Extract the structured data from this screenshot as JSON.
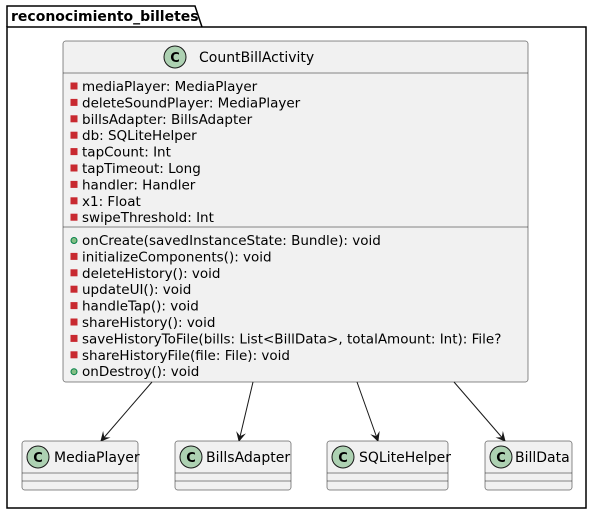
{
  "package": {
    "name": "reconocimiento_billetes"
  },
  "main_class": {
    "stereotype_letter": "C",
    "name": "CountBillActivity",
    "fields": [
      {
        "visibility": "private",
        "text": "mediaPlayer: MediaPlayer"
      },
      {
        "visibility": "private",
        "text": "deleteSoundPlayer: MediaPlayer"
      },
      {
        "visibility": "private",
        "text": "billsAdapter: BillsAdapter"
      },
      {
        "visibility": "private",
        "text": "db: SQLiteHelper"
      },
      {
        "visibility": "private",
        "text": "tapCount: Int"
      },
      {
        "visibility": "private",
        "text": "tapTimeout: Long"
      },
      {
        "visibility": "private",
        "text": "handler: Handler"
      },
      {
        "visibility": "private",
        "text": "x1: Float"
      },
      {
        "visibility": "private",
        "text": "swipeThreshold: Int"
      }
    ],
    "methods": [
      {
        "visibility": "public",
        "text": "onCreate(savedInstanceState: Bundle): void"
      },
      {
        "visibility": "private",
        "text": "initializeComponents(): void"
      },
      {
        "visibility": "private",
        "text": "deleteHistory(): void"
      },
      {
        "visibility": "private",
        "text": "updateUI(): void"
      },
      {
        "visibility": "private",
        "text": "handleTap(): void"
      },
      {
        "visibility": "private",
        "text": "shareHistory(): void"
      },
      {
        "visibility": "private",
        "text": "saveHistoryToFile(bills: List<BillData>, totalAmount: Int): File?"
      },
      {
        "visibility": "private",
        "text": "shareHistoryFile(file: File): void"
      },
      {
        "visibility": "public",
        "text": "onDestroy(): void"
      }
    ]
  },
  "dependency_classes": [
    {
      "stereotype_letter": "C",
      "name": "MediaPlayer"
    },
    {
      "stereotype_letter": "C",
      "name": "BillsAdapter"
    },
    {
      "stereotype_letter": "C",
      "name": "SQLiteHelper"
    },
    {
      "stereotype_letter": "C",
      "name": "BillData"
    }
  ],
  "colors": {
    "class_fill": "#F1F1F1",
    "border": "#181818",
    "class_badge": "#ADD1B2",
    "private_marker": "#C82930",
    "public_marker": "#84BE84"
  }
}
